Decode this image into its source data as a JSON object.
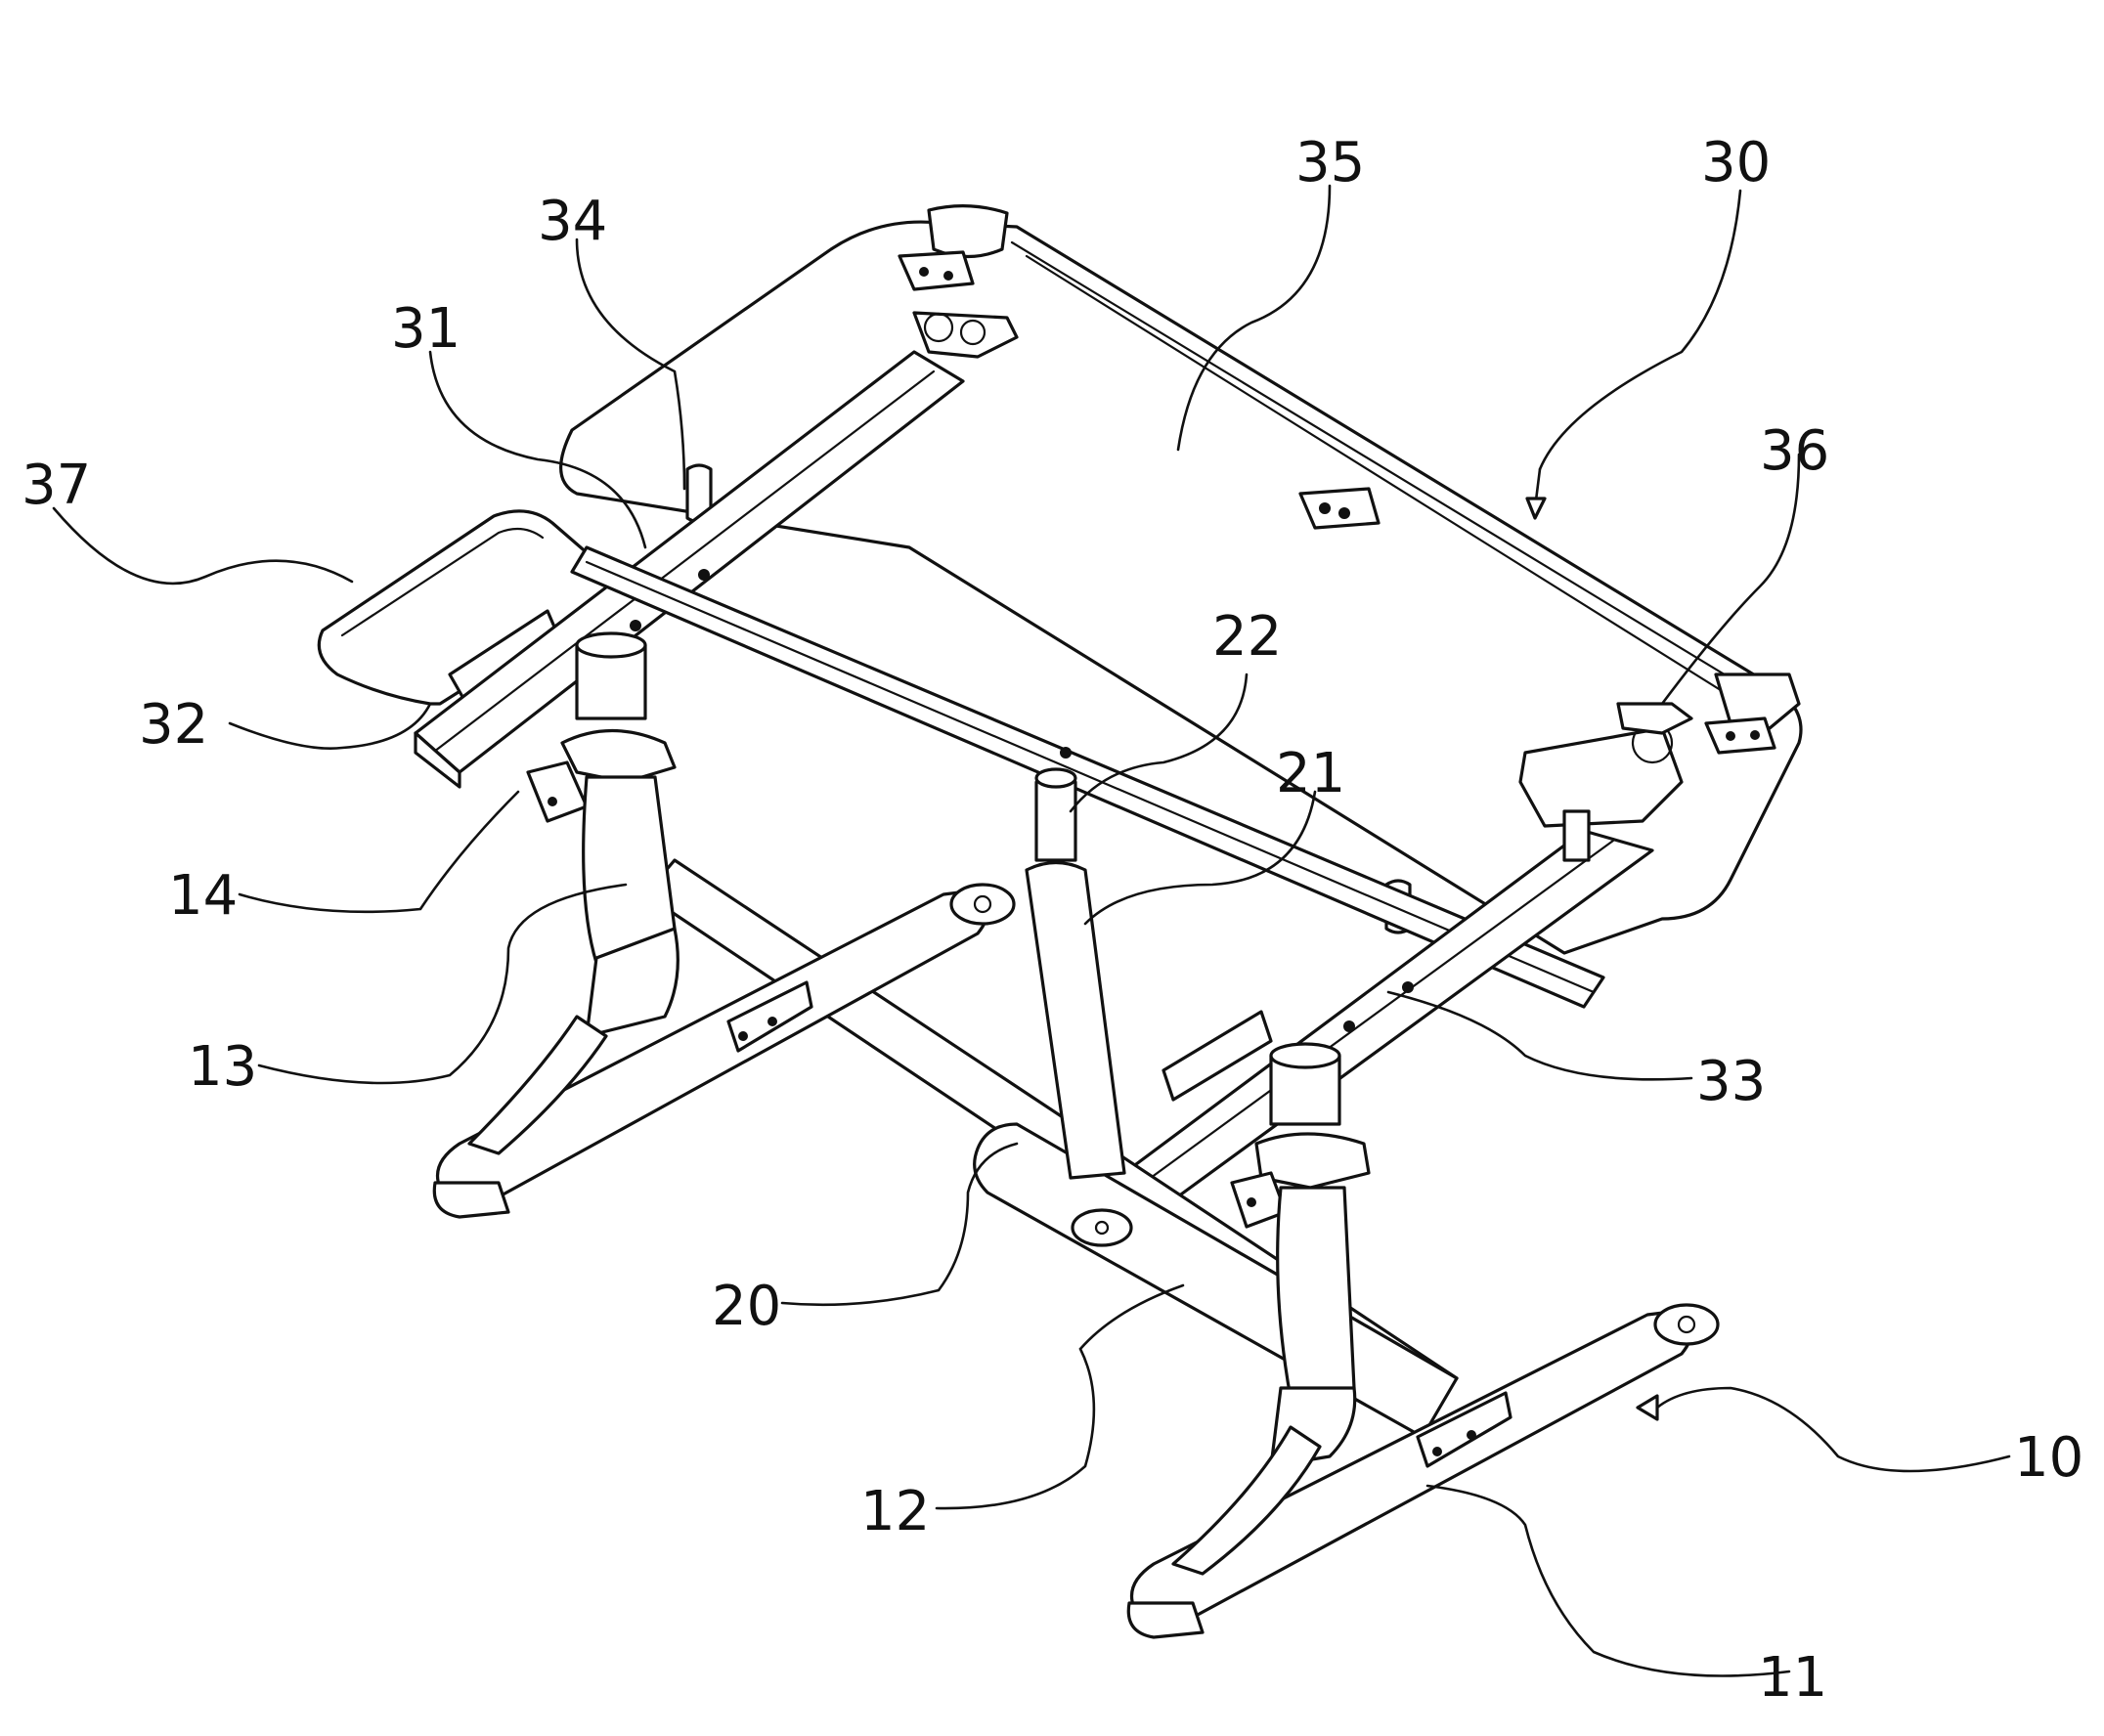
{
  "figure": {
    "reference_numerals": {
      "top_assembly": "30",
      "board": "35",
      "front_crossbar": "31",
      "pin_left": "34",
      "side_tray": "37",
      "tray_bracket": "32",
      "right_hinge": "36",
      "inner_tube": "22",
      "outer_tube": "21",
      "rear_crossbar": "33",
      "clamp": "14",
      "upright_left": "13",
      "column_base": "20",
      "lower_beam": "12",
      "base_assembly": "10",
      "foot": "11"
    },
    "colors": {
      "line": "#111111",
      "background": "#ffffff"
    }
  }
}
